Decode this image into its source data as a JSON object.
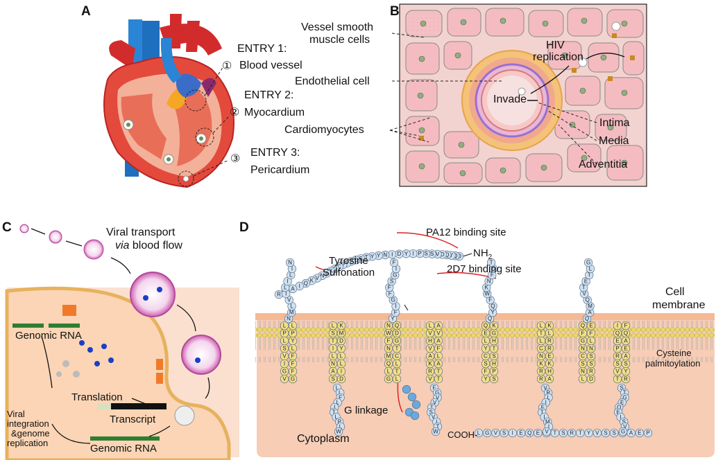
{
  "panels": {
    "a": "A",
    "b": "B",
    "c": "C",
    "d": "D"
  },
  "panel_a": {
    "entries": [
      {
        "marker": "①",
        "title": "ENTRY 1:",
        "subtitle": "Blood vessel"
      },
      {
        "marker": "②",
        "title": "ENTRY 2:",
        "subtitle": "Myocardium"
      },
      {
        "marker": "③",
        "title": "ENTRY 3:",
        "subtitle": "Pericardium"
      }
    ]
  },
  "panel_b": {
    "vessel_smc_line1": "Vessel smooth",
    "vessel_smc_line2": "muscle cells",
    "endothelial": "Endothelial cell",
    "cardiomyocytes": "Cardiomyocytes",
    "hiv_line1": "HIV",
    "hiv_line2": "replication",
    "invade": "Invade",
    "intima": "Intima",
    "media": "Media",
    "adventitia": "Adventitia"
  },
  "panel_c": {
    "viral_transport_line1": "Viral transport",
    "viral_transport_line2a": "via",
    "viral_transport_line2b": " blood flow",
    "genomic_rna_top": "Genomic RNA",
    "translation": "Translation",
    "transcript": "Transcript",
    "genomic_rna_bottom": "Genomic RNA",
    "viral_integration": [
      "Viral",
      "integration",
      "&genome",
      "replication"
    ]
  },
  "panel_d": {
    "pa12": "PA12 binding site",
    "nh2": "NH",
    "nh2_sub": "2",
    "tyrosine_line1": "Tyrosine",
    "tyrosine_line2": "Sulfonation",
    "site_2d7": "2D7 binding site",
    "cell_membrane_line1": "Cell",
    "cell_membrane_line2": "membrane",
    "cysteine_line1": "Cysteine",
    "cysteine_line2": "palmitoylation",
    "g_linkage": "G linkage",
    "cytoplasm": "Cytoplasm",
    "cooh": "COOH-",
    "c_terminal_sequence": "LGVSIEQEGTSRTYVSSRAEP",
    "n_terminal_sequence": "DQYQDVSSPIYDINYYTSEPFPCQKINVKQIAAR",
    "tm_helices": [
      "LLPPLYSLVFIFGFVGNMLVILILINCKR",
      "LKSMTDIYLLNLAISDLLFLITLPLWAHYAA",
      "NQWDFGNTMCQLLTGLYFIGFFSGIFFIILLTIDRY",
      "LAVVHAVFALKARTVTFGVVTSVITWVVAVFASLPGIIFTRS",
      "QKEGLHYTCSSHFPYSQYQFWKNFQTLKIVILGLVLPLLVMVICYSGI",
      "LKTLLRCRNEKKRHRAVRLIFTIMIVYFLFWAPYNIVLLLNTF",
      "QEFFGLNNCSSSNRLDQAMQVTETLGMTHCCINPIIYAFVGEKFRNYLLVFFQKHIAKRFCKCCS",
      "IFQQEAPERASSVYTRSTGEQEISVGL"
    ]
  }
}
